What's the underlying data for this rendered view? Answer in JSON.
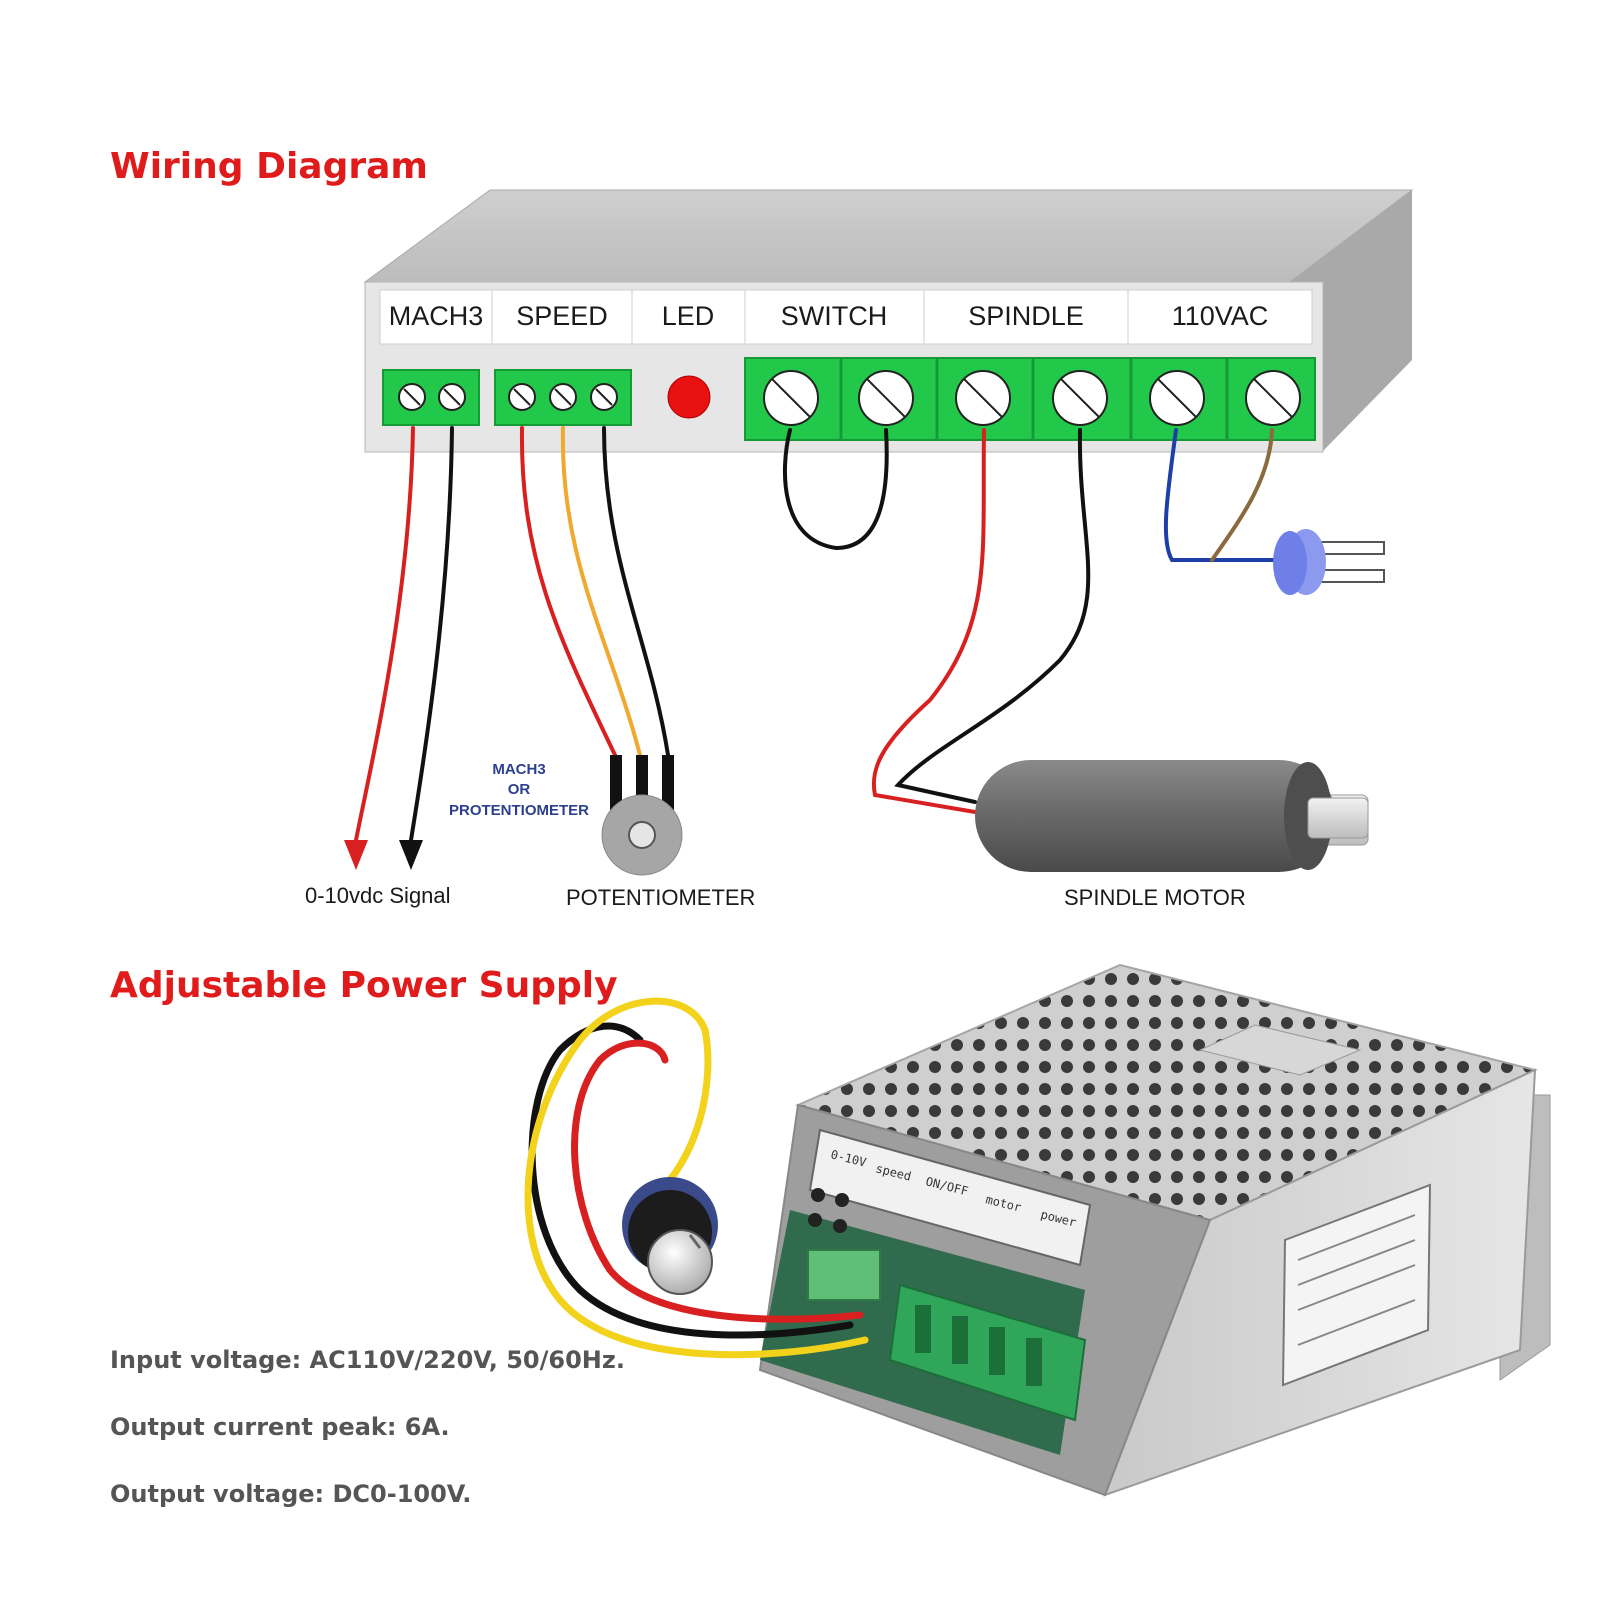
{
  "headings": {
    "wiring_diagram": "Wiring Diagram",
    "adjustable_power_supply": "Adjustable Power Supply"
  },
  "terminal_labels": [
    "MACH3",
    "SPEED",
    "LED",
    "SWITCH",
    "SPINDLE",
    "110VAC"
  ],
  "annotations": {
    "signal": "0-10vdc Signal",
    "mach3_line1": "MACH3",
    "mach3_line2": "OR",
    "mach3_line3": "PROTENTIOMETER",
    "potentiometer": "POTENTIOMETER",
    "spindle_motor": "SPINDLE MOTOR"
  },
  "specs": {
    "input_voltage": "Input voltage: AC110V/220V, 50/60Hz.",
    "output_current": "Output current peak: 6A.",
    "output_voltage": "Output voltage: DC0-100V."
  },
  "device_plate": {
    "v": "0-10V",
    "speed": "speed",
    "onoff": "ON/OFF",
    "motor": "motor",
    "power": "power"
  },
  "colors": {
    "heading_red": "#e01b1b",
    "terminal_green": "#22c84a",
    "wire_red": "#d92020",
    "wire_orange": "#f0a830",
    "wire_black": "#111111",
    "wire_blue": "#1f3fa8",
    "wire_brown": "#8b6a3e",
    "led_red": "#e81010",
    "plug_blue": "#6f7fe8"
  }
}
